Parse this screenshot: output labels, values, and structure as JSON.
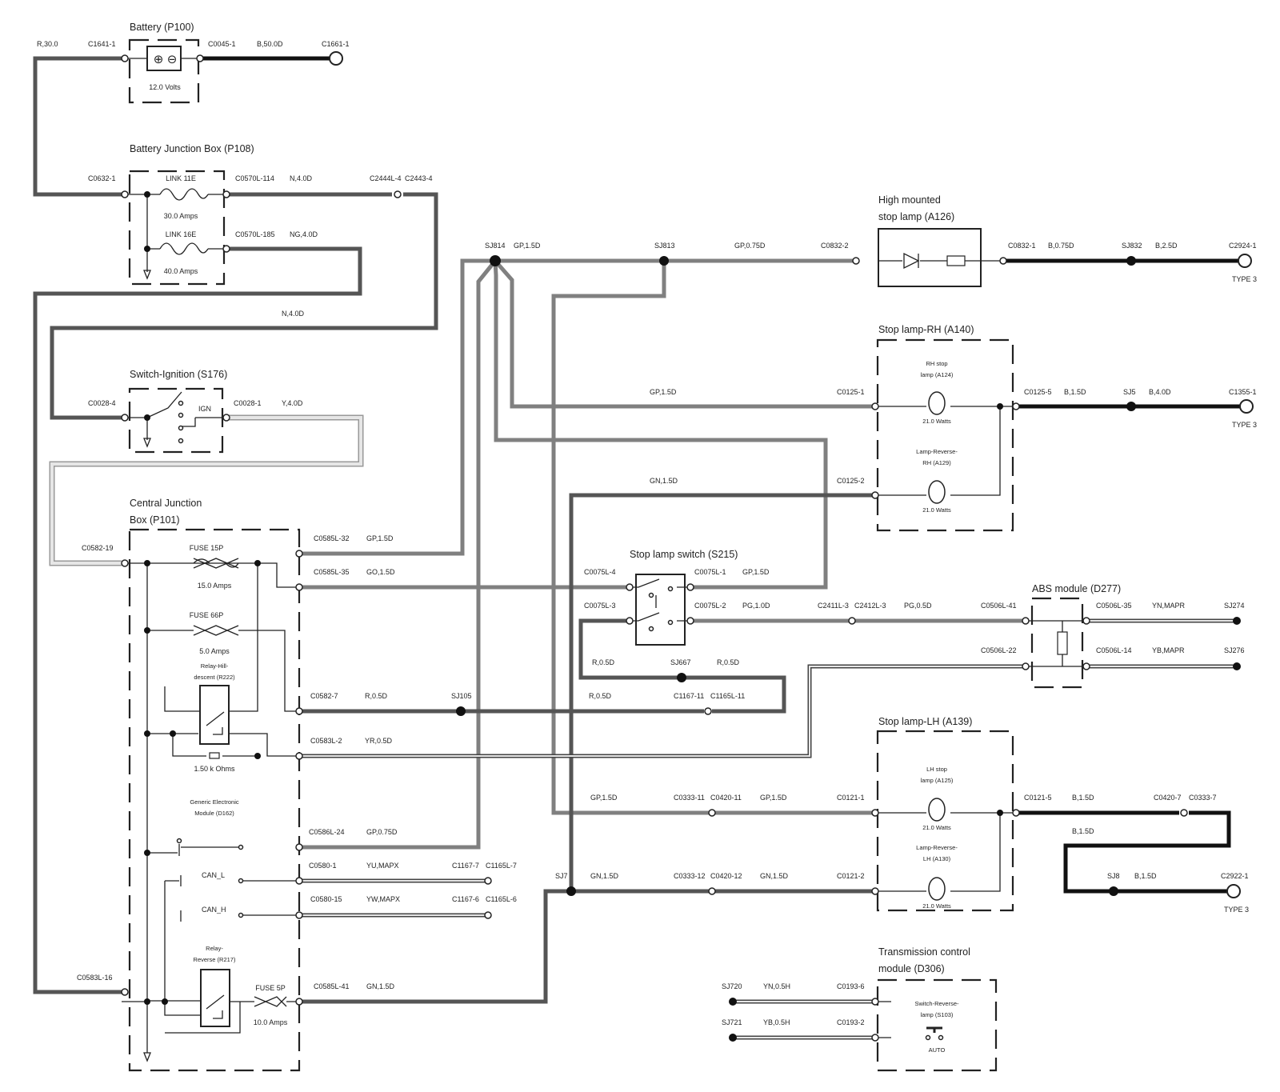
{
  "components": {
    "battery": {
      "title": "Battery (P100)",
      "rating": "12.0 Volts"
    },
    "battery_junction_box": {
      "title": "Battery Junction Box (P108)",
      "link_11e": "LINK 11E",
      "link_11e_rating": "30.0 Amps",
      "link_16e": "LINK 16E",
      "link_16e_rating": "40.0 Amps"
    },
    "ignition_switch": {
      "title": "Switch-Ignition (S176)",
      "pos": "IGN"
    },
    "central_junction_box": {
      "title_1": "Central Junction",
      "title_2": "Box (P101)",
      "fuse_15p": "FUSE 15P",
      "fuse_15p_rating": "15.0 Amps",
      "fuse_66p": "FUSE 66P",
      "fuse_66p_rating": "5.0 Amps",
      "relay_hill_1": "Relay-Hill-",
      "relay_hill_2": "descent (R222)",
      "resistor": "1.50 k Ohms",
      "gem_1": "Generic Electronic",
      "gem_2": "Module (D162)",
      "can_l": "CAN_L",
      "can_h": "CAN_H",
      "relay_rev_1": "Relay-",
      "relay_rev_2": "Reverse (R217)",
      "fuse_5p": "FUSE 5P",
      "fuse_5p_rating": "10.0 Amps"
    },
    "high_mounted_stop_lamp": {
      "title_1": "High mounted",
      "title_2": "stop lamp (A126)"
    },
    "stop_lamp_rh": {
      "title": "Stop lamp-RH (A140)",
      "lamp1_1": "RH stop",
      "lamp1_2": "lamp (A124)",
      "lamp1_w": "21.0 Watts",
      "lamp2_1": "Lamp-Reverse-",
      "lamp2_2": "RH (A129)",
      "lamp2_w": "21.0 Watts"
    },
    "stop_lamp_switch": {
      "title": "Stop lamp switch (S215)"
    },
    "abs_module": {
      "title": "ABS module (D277)"
    },
    "stop_lamp_lh": {
      "title": "Stop lamp-LH (A139)",
      "lamp1_1": "LH stop",
      "lamp1_2": "lamp (A125)",
      "lamp1_w": "21.0 Watts",
      "lamp2_1": "Lamp-Reverse-",
      "lamp2_2": "LH (A130)",
      "lamp2_w": "21.0 Watts"
    },
    "tcm": {
      "title_1": "Transmission control",
      "title_2": "module (D306)",
      "sw_1": "Switch-Reverse-",
      "sw_2": "lamp (S103)",
      "sw_3": "AUTO"
    }
  },
  "connectors": {
    "c1641_1": "C1641-1",
    "c0045_1": "C0045-1",
    "c1661_1": "C1661-1",
    "c0632_1": "C0632-1",
    "c0570l_114": "C0570L-114",
    "c2444l_4": "C2444L-4",
    "c2443_4": "C2443-4",
    "c0570l_185": "C0570L-185",
    "c0028_4": "C0028-4",
    "c0028_1": "C0028-1",
    "c0582_19": "C0582-19",
    "c0585l_32": "C0585L-32",
    "c0585l_35": "C0585L-35",
    "c0582_7": "C0582-7",
    "c0583l_2": "C0583L-2",
    "c0586l_24": "C0586L-24",
    "c0580_1": "C0580-1",
    "c0580_15": "C0580-15",
    "c0583l_16": "C0583L-16",
    "c0585l_41": "C0585L-41",
    "c1167_7": "C1167-7",
    "c1165l_7": "C1165L-7",
    "c1167_6": "C1167-6",
    "c1165l_6": "C1165L-6",
    "c1167_11": "C1167-11",
    "c1165l_11": "C1165L-11",
    "c0832_2": "C0832-2",
    "c0832_1": "C0832-1",
    "c2924_1": "C2924-1",
    "c0125_1": "C0125-1",
    "c0125_2": "C0125-2",
    "c0125_5": "C0125-5",
    "c1355_1": "C1355-1",
    "c0075l_4": "C0075L-4",
    "c0075l_3": "C0075L-3",
    "c0075l_1": "C0075L-1",
    "c0075l_2": "C0075L-2",
    "c2411l_3": "C2411L-3",
    "c2412l_3": "C2412L-3",
    "c0506l_41": "C0506L-41",
    "c0506l_22": "C0506L-22",
    "c0506l_35": "C0506L-35",
    "c0506l_14": "C0506L-14",
    "c0333_11": "C0333-11",
    "c0420_11": "C0420-11",
    "c0333_12": "C0333-12",
    "c0420_12": "C0420-12",
    "c0121_1": "C0121-1",
    "c0121_2": "C0121-2",
    "c0121_5": "C0121-5",
    "c0420_7": "C0420-7",
    "c0333_7": "C0333-7",
    "c2922_1": "C2922-1",
    "c0193_6": "C0193-6",
    "c0193_2": "C0193-2",
    "type3": "TYPE 3"
  },
  "splices": {
    "sj814": "SJ814",
    "sj813": "SJ813",
    "sj832": "SJ832",
    "sj5": "SJ5",
    "sj105": "SJ105",
    "sj667": "SJ667",
    "sj7": "SJ7",
    "sj8": "SJ8",
    "sj274": "SJ274",
    "sj276": "SJ276",
    "sj720": "SJ720",
    "sj721": "SJ721"
  },
  "wires": {
    "r_30": "R,30.0",
    "b_50": "B,50.0D",
    "n_4": "N,4.0D",
    "ng_4": "NG,4.0D",
    "y_4": "Y,4.0D",
    "gp_15": "GP,1.5D",
    "gp_075": "GP,0.75D",
    "go_15": "GO,1.5D",
    "r_05": "R,0.5D",
    "yr_05": "YR,0.5D",
    "yu_mapx": "YU,MAPX",
    "yw_mapx": "YW,MAPX",
    "gn_15": "GN,1.5D",
    "b_075": "B,0.75D",
    "b_25": "B,2.5D",
    "b_15": "B,1.5D",
    "b_40": "B,4.0D",
    "pg_10": "PG,1.0D",
    "pg_05": "PG,0.5D",
    "yn_mapr": "YN,MAPR",
    "yb_mapr": "YB,MAPR",
    "yn_05h": "YN,0.5H",
    "yb_05h": "YB,0.5H"
  }
}
